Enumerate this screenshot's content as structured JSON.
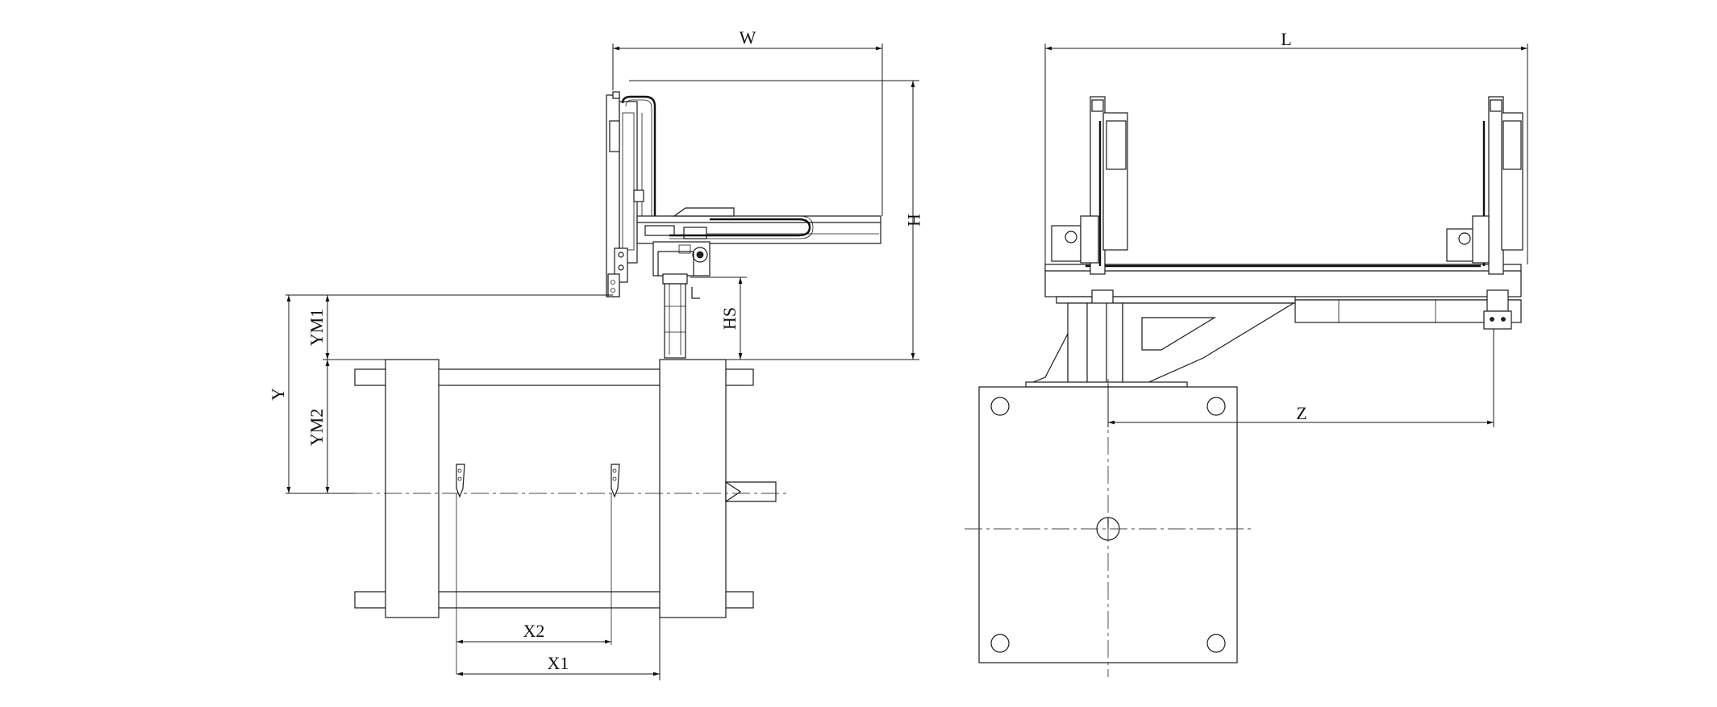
{
  "diagram": {
    "left_view": {
      "labels": {
        "width": "W",
        "height": "H",
        "stroke": "HS",
        "y_main": "Y",
        "y_motion1": "YM1",
        "y_motion2": "YM2",
        "x1": "X1",
        "x2": "X2"
      }
    },
    "right_view": {
      "labels": {
        "length": "L",
        "z": "Z"
      }
    }
  }
}
